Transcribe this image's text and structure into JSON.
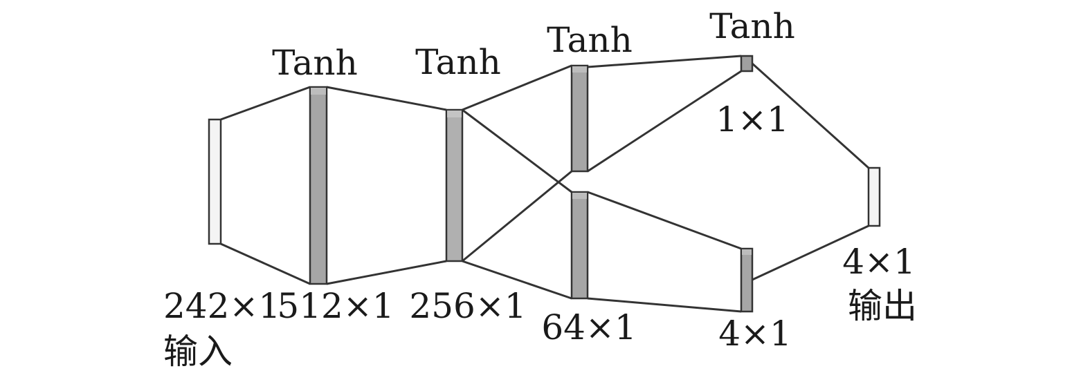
{
  "colors": {
    "edge": "#333333",
    "input_fill": "#f4f4f4",
    "hidden_fill": "#a6a6a6",
    "hidden_fill_light": "#bdbdbd",
    "output_fill": "#f4f4f4",
    "small_fill": "#a0a0a0"
  },
  "layers": {
    "input": {
      "size": "242×1",
      "role": "输入"
    },
    "h1": {
      "activation": "Tanh",
      "size": "512×1"
    },
    "h2": {
      "activation": "Tanh",
      "size": "256×1"
    },
    "h3a": {
      "activation": "Tanh"
    },
    "h3b": {
      "size": "64×1"
    },
    "h4a": {
      "activation": "Tanh",
      "size": "1×1"
    },
    "h4b": {
      "size": "4×1"
    },
    "output": {
      "size": "4×1",
      "role": "输出"
    }
  }
}
